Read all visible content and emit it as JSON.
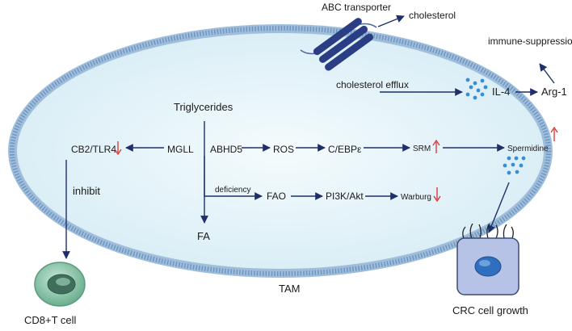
{
  "labels": {
    "abc_transporter": "ABC transporter",
    "cholesterol": "cholesterol",
    "immune_suppression": "immune-suppression",
    "cholesterol_efflux": "cholesterol efflux",
    "il4": "IL-4",
    "arg1": "Arg-1",
    "triglycerides": "Triglycerides",
    "cb2_tlr4": "CB2/TLR4",
    "mgll": "MGLL",
    "abhd5": "ABHD5",
    "ros": "ROS",
    "cebpe": "C/EBPε",
    "srm": "SRM",
    "spermidine": "Spermidine",
    "inhibit": "inhibit",
    "deficiency": "deficiency",
    "fao": "FAO",
    "pi3k_akt": "PI3K/Akt",
    "warburg": "Warburg",
    "fa": "FA",
    "tam": "TAM",
    "cd8_t_cell": "CD8+T cell",
    "crc_cell_growth": "CRC cell growth"
  },
  "colors": {
    "arrow": "#1f2f6b",
    "membrane": "#8aa9cf",
    "cell_fill": "#e2f2f8",
    "transporter": "#2b3d83",
    "dots": "#3a8fd4",
    "regulation_up": "#d93030",
    "regulation_down": "#d93030",
    "cd8_cell": "#7fc0a3",
    "crc_cell": "#a9b8e0"
  },
  "regulation": {
    "cb2_tlr4": "down",
    "srm": "up",
    "spermidine": "up",
    "warburg": "down"
  }
}
